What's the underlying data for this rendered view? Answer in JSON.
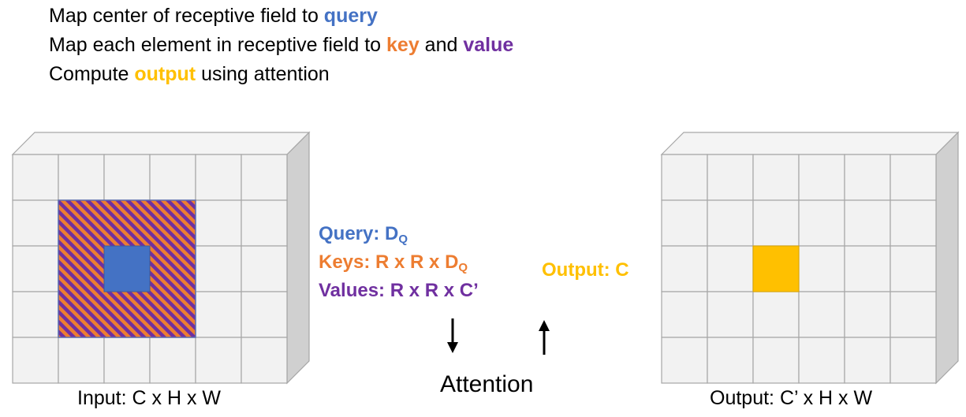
{
  "bullets": {
    "line1": {
      "pre": "Map center of receptive field to ",
      "query": "query"
    },
    "line2": {
      "pre": "Map each element in receptive field to ",
      "key": "key",
      "mid": " and ",
      "value": "value"
    },
    "line3": {
      "pre": "Compute ",
      "output": "output",
      "post": " using attention"
    }
  },
  "input_caption": "Input: C x H x W",
  "output_caption": "Output: C’ x H x W",
  "specs": {
    "query": {
      "text": "Query: D",
      "sub": "Q"
    },
    "keys": {
      "text": "Keys: R x R x D",
      "sub": "Q"
    },
    "values": {
      "text": "Values: R x R x C’"
    }
  },
  "output_spec": "Output: C",
  "attention_label": "Attention",
  "grid": {
    "rows": 5,
    "cols": 6,
    "receptive_rows": [
      1,
      3
    ],
    "receptive_cols": [
      1,
      3
    ],
    "center": [
      2,
      2
    ],
    "output_cell": [
      2,
      2
    ]
  },
  "colors": {
    "query": "#4472C4",
    "key": "#ED7D31",
    "value": "#7030A0",
    "output": "#FFC000",
    "grid_face": "#F2F2F2",
    "grid_line": "#A6A6A6",
    "side": "#D0D0D0",
    "top": "#F4F4F4"
  }
}
